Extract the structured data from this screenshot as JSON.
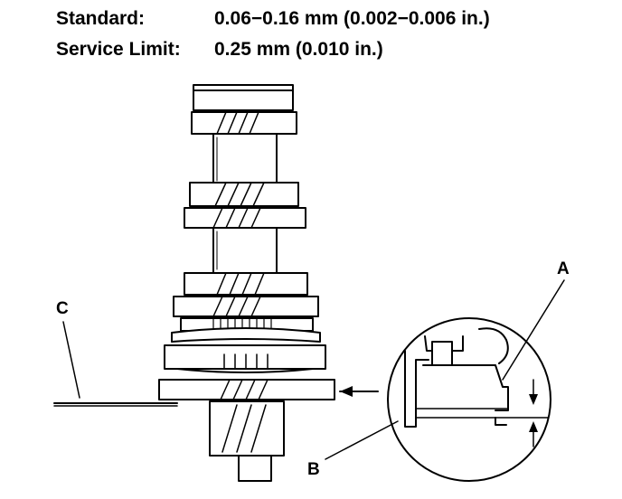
{
  "specs": {
    "standard_label": "Standard:",
    "standard_value": "0.06−0.16 mm (0.002−0.006 in.)",
    "limit_label": "Service Limit:",
    "limit_value": "0.25 mm (0.010 in.)"
  },
  "callouts": {
    "a": "A",
    "b": "B",
    "c": "C"
  }
}
